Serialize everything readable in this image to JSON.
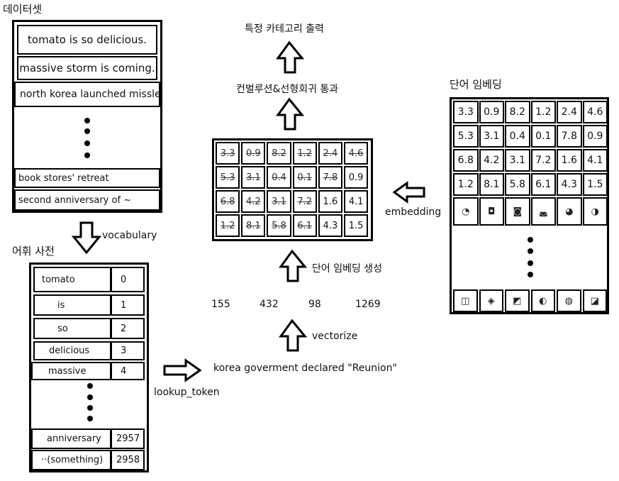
{
  "dataset": {
    "title": "데이터셋",
    "rows": [
      "tomato is so delicious.",
      "massive storm is coming.",
      "north korea launched missle.",
      "book stores' retreat",
      "second anniversary of  ~"
    ]
  },
  "vocab": {
    "title": "어휘 사전",
    "arrow_label": "vocabulary",
    "rows": [
      {
        "word": "tomato",
        "id": "0"
      },
      {
        "word": "is",
        "id": "1"
      },
      {
        "word": "so",
        "id": "2"
      },
      {
        "word": "delicious",
        "id": "3"
      },
      {
        "word": "massive",
        "id": "4"
      },
      {
        "word": "anniversary",
        "id": "2957"
      },
      {
        "word": "··(something)",
        "id": "2958"
      }
    ]
  },
  "lookup_label": "lookup_token",
  "sentence": "korea goverment declared \"Reunion\"",
  "vectorize_label": "vectorize",
  "ids": [
    "155",
    "432",
    "98",
    "1269"
  ],
  "gen_label": "단어 임베딩 생성",
  "conv_label": "컨벌루션&선형회귀 통과",
  "output_label": "특정 카테고리 출력",
  "embedding": {
    "title": "단어 임베딩",
    "arrow_label": "embedding",
    "rows": [
      [
        "3.3",
        "0.9",
        "8.2",
        "1.2",
        "2.4",
        "4.6"
      ],
      [
        "5.3",
        "3.1",
        "0.4",
        "0.1",
        "7.8",
        "0.9"
      ],
      [
        "6.8",
        "4.2",
        "3.1",
        "7.2",
        "1.6",
        "4.1"
      ],
      [
        "1.2",
        "8.1",
        "5.8",
        "6.1",
        "4.3",
        "1.5"
      ]
    ]
  },
  "middle_matrix": {
    "rows": [
      [
        "3.3",
        "0.9",
        "8.2",
        "1.2",
        "2.4",
        "4.6"
      ],
      [
        "5.3",
        "3.1",
        "0.4",
        "0.1",
        "7.8",
        "0.9"
      ],
      [
        "6.8",
        "4.2",
        "3.1",
        "7.2",
        "1.6",
        "4.1"
      ],
      [
        "1.2",
        "8.1",
        "5.8",
        "6.1",
        "4.3",
        "1.5"
      ]
    ]
  }
}
